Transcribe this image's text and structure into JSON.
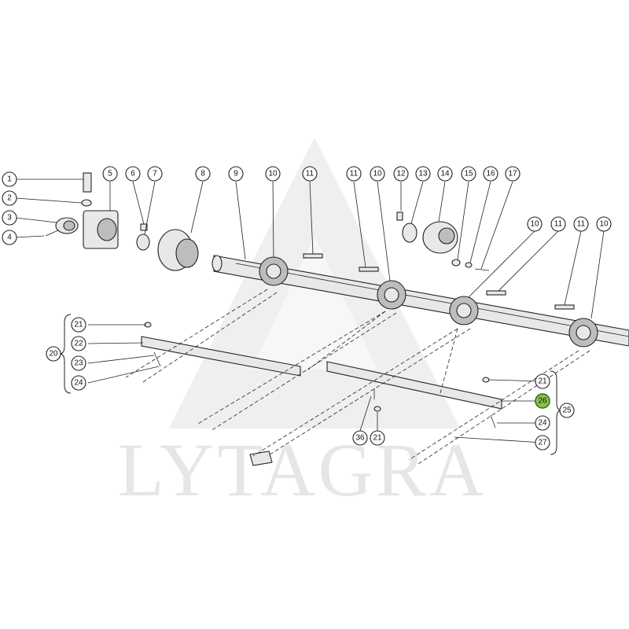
{
  "watermark": {
    "text": "LYTAGRA"
  },
  "callouts": {
    "c1": "1",
    "c2": "2",
    "c3": "3",
    "c4": "4",
    "c5": "5",
    "c6": "6",
    "c7": "7",
    "c8": "8",
    "c9": "9",
    "c10a": "10",
    "c11a": "11",
    "c11b": "11",
    "c10b": "10",
    "c12": "12",
    "c13": "13",
    "c14": "14",
    "c15": "15",
    "c16": "16",
    "c17": "17",
    "c10c": "10",
    "c11c": "11",
    "c11d": "11",
    "c10d": "10",
    "c21a": "21",
    "c22": "22",
    "c20": "20",
    "c23": "23",
    "c24a": "24",
    "c21b": "21",
    "c26": "26",
    "c25": "25",
    "c24b": "24",
    "c27": "27",
    "c36": "36",
    "c21c": "21"
  },
  "colors": {
    "highlight": "#8bc34a",
    "line": "#222222",
    "watermark": "#e6e6e6"
  }
}
